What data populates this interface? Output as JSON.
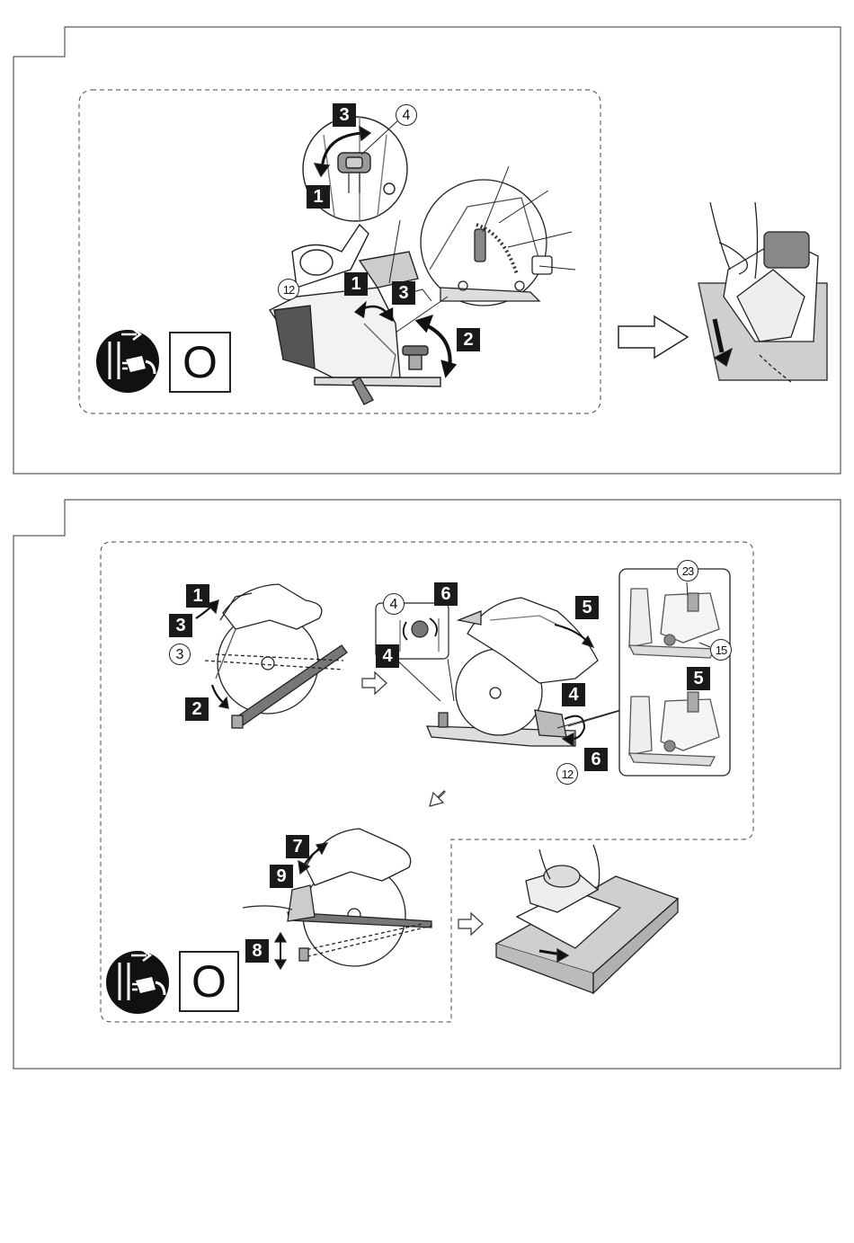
{
  "panel1": {
    "steps": [
      "3",
      "1",
      "1",
      "3",
      "2"
    ],
    "callouts": [
      "4",
      "12"
    ],
    "mode_label": "O",
    "icons": [
      "unplug-icon",
      "curved-arrow-icon",
      "right-arrow-icon",
      "down-arrow-icon"
    ]
  },
  "panel2": {
    "steps_a": [
      "1",
      "3",
      "2"
    ],
    "steps_b": [
      "6",
      "4",
      "5",
      "4",
      "6"
    ],
    "steps_c": [
      "5"
    ],
    "steps_d": [
      "7",
      "9",
      "8"
    ],
    "callouts_a": [
      "3"
    ],
    "callouts_b": [
      "4",
      "12"
    ],
    "callouts_c": [
      "23",
      "15"
    ],
    "mode_label": "O",
    "icons": [
      "unplug-icon",
      "outline-right-arrow-icon",
      "outline-down-arrow-icon",
      "outline-diagonal-arrow-icon"
    ]
  }
}
